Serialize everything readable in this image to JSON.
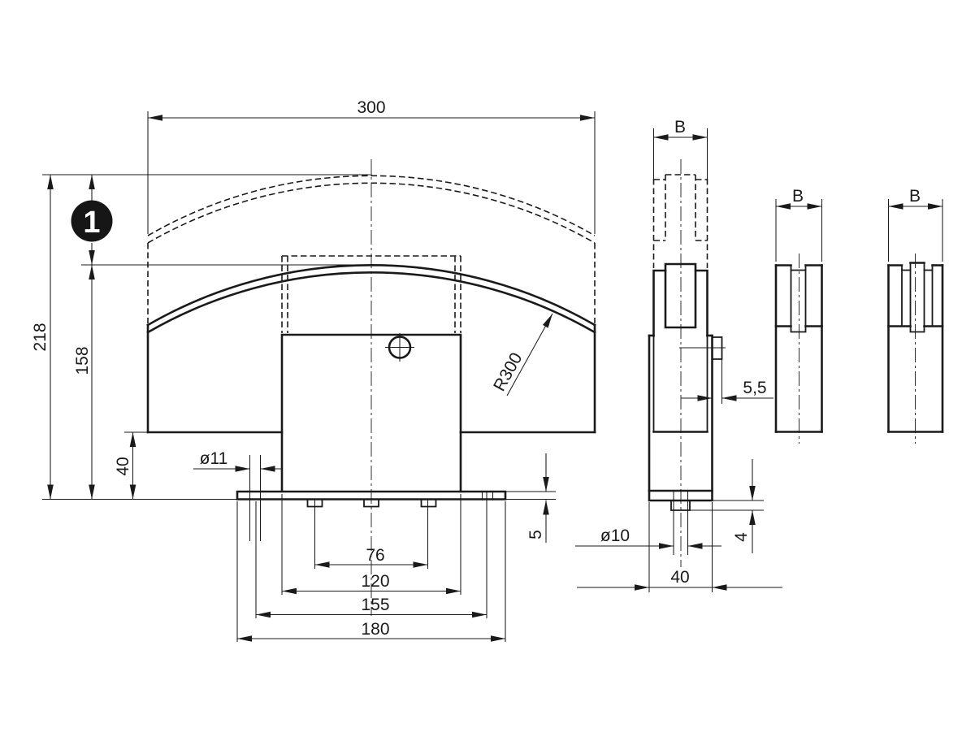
{
  "drawing": {
    "balloon": {
      "label": "1"
    },
    "front": {
      "width": "300",
      "overall_height": "218",
      "saddle_height": "158",
      "base_height": "40",
      "hole_dia": "ø11",
      "radius": "R300",
      "plate_thickness": "5",
      "stud_span": "76",
      "block_width": "120",
      "hole_span": "155",
      "plate_width": "180"
    },
    "side": {
      "profile_width": "B",
      "screw_offset": "5,5",
      "stud_dia": "ø10",
      "stud_height": "4",
      "plate_depth": "40"
    },
    "variant2": {
      "profile_width": "B"
    },
    "variant3": {
      "profile_width": "B"
    }
  }
}
